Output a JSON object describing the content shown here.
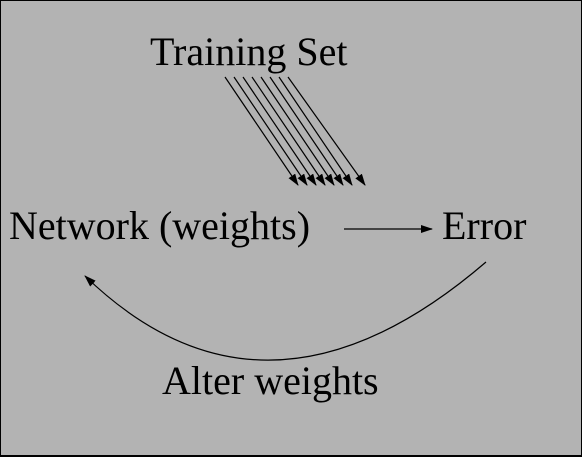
{
  "diagram": {
    "training_set_label": "Training Set",
    "network_label": "Network (weights)",
    "error_label": "Error",
    "alter_weights_label": "Alter weights"
  },
  "colors": {
    "background": "#b3b3b3",
    "border": "#000000",
    "ink": "#000000"
  }
}
